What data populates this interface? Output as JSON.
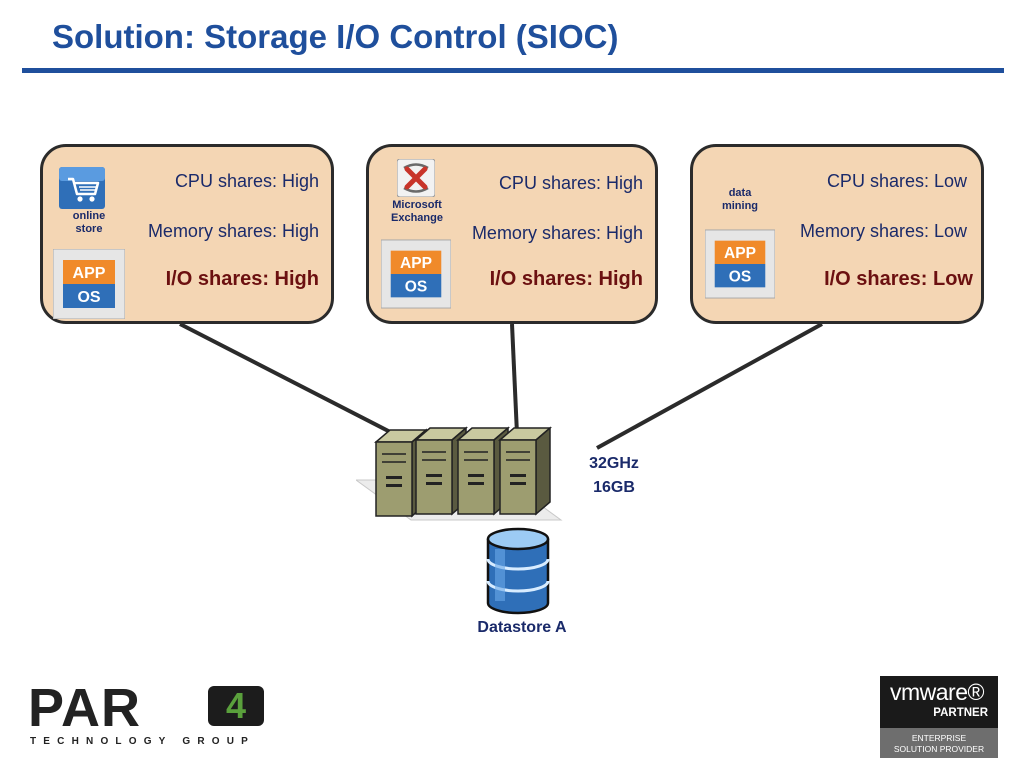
{
  "title": "Solution: Storage I/O Control (SIOC)",
  "colors": {
    "title_blue": "#1f4f9c",
    "vm_box_fill": "#f4d6b4",
    "io_share_text": "#6b1010",
    "label_text": "#1a2a6a"
  },
  "vms": [
    {
      "app_label": "online store",
      "app_icon": "shopping-cart-icon",
      "cpu_shares": "CPU shares: High",
      "memory_shares": "Memory shares: High",
      "io_shares": "I/O shares: High"
    },
    {
      "app_label": "Microsoft Exchange",
      "app_icon": "exchange-icon",
      "cpu_shares": "CPU shares: High",
      "memory_shares": "Memory shares: High",
      "io_shares": "I/O shares: High"
    },
    {
      "app_label": "data mining",
      "app_icon": "",
      "cpu_shares": "CPU shares: Low",
      "memory_shares": "Memory shares: Low",
      "io_shares": "I/O shares: Low"
    }
  ],
  "app_os_icon": {
    "app": "APP",
    "os": "OS"
  },
  "host": {
    "cpu": "32GHz",
    "memory": "16GB",
    "icon": "server-cluster-icon"
  },
  "datastore": {
    "label": "Datastore A",
    "icon": "database-icon"
  },
  "footer": {
    "company_logo": {
      "word": "PAR",
      "numeral": "4",
      "tagline": "TECHNOLOGY GROUP"
    },
    "vmware_badge": {
      "brand": "vmware®",
      "partner": "PARTNER",
      "line1": "ENTERPRISE",
      "line2": "SOLUTION PROVIDER"
    }
  }
}
